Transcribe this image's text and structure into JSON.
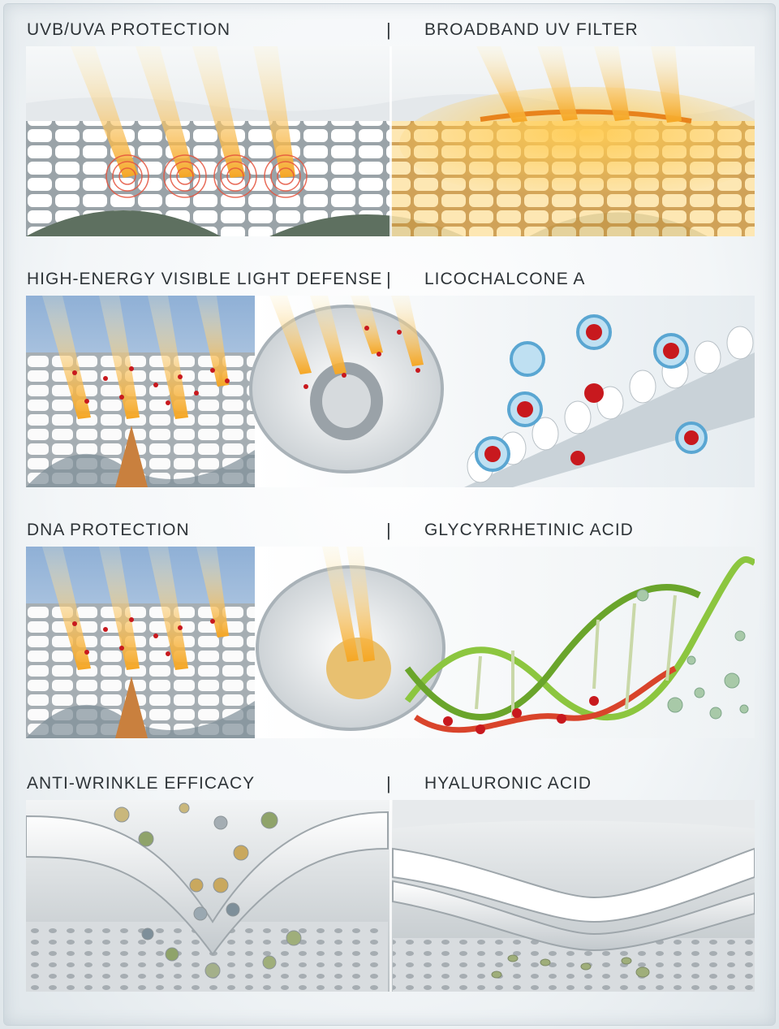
{
  "sections": [
    {
      "left_title": "UVB/UVA PROTECTION",
      "right_title": "BROADBAND UV FILTER"
    },
    {
      "left_title": "HIGH-ENERGY VISIBLE LIGHT DEFENSE",
      "right_title": "LICOCHALCONE A"
    },
    {
      "left_title": "DNA PROTECTION",
      "right_title": "GLYCYRRHETINIC ACID"
    },
    {
      "left_title": "ANTI-WRINKLE EFFICACY",
      "right_title": "HYALURONIC ACID"
    }
  ],
  "separator": "|",
  "colors": {
    "heading_text": "#2e3438",
    "uv_ray": "#f5b13a",
    "free_radical": "#c8191e",
    "dna_green": "#8cc63f",
    "skin_cell": "#ffffff"
  }
}
